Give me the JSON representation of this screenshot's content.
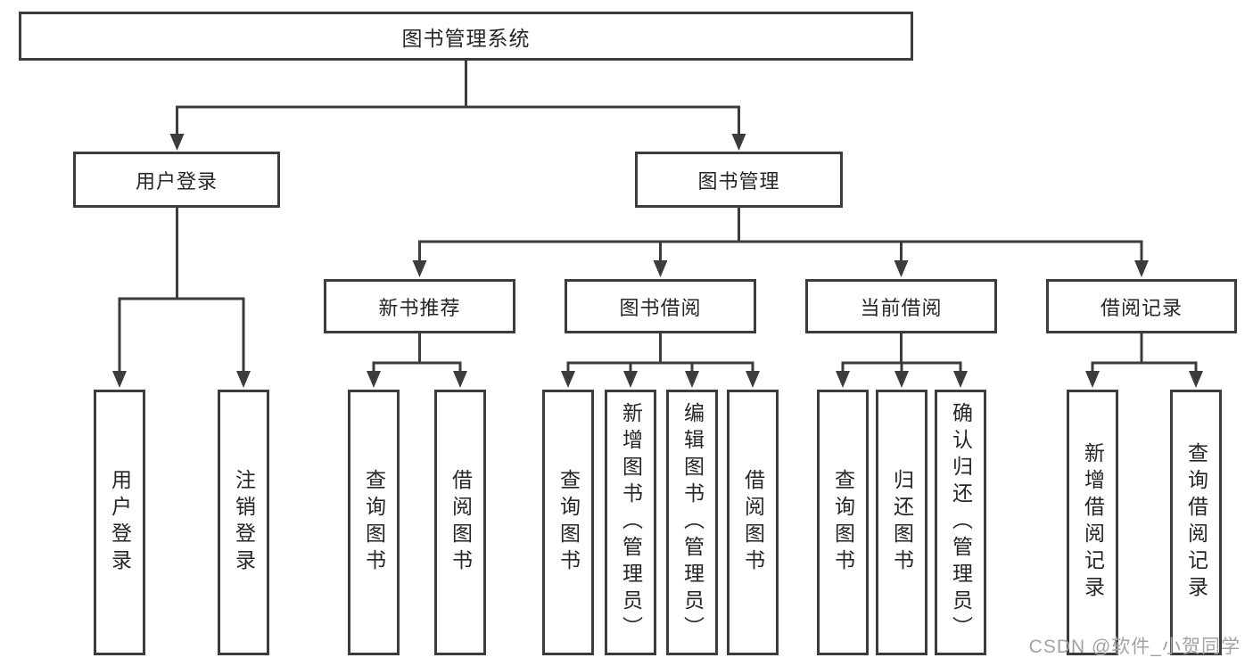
{
  "diagram": {
    "root": {
      "label": "图书管理系统"
    },
    "branches": [
      {
        "label": "用户登录"
      },
      {
        "label": "图书管理"
      }
    ],
    "modules": [
      {
        "label": "新书推荐"
      },
      {
        "label": "图书借阅"
      },
      {
        "label": "当前借阅"
      },
      {
        "label": "借阅记录"
      }
    ],
    "leaves": [
      {
        "label": "用户登录"
      },
      {
        "label": "注销登录"
      },
      {
        "label": "查询图书"
      },
      {
        "label": "借阅图书"
      },
      {
        "label": "查询图书"
      },
      {
        "label": "新增图书（管理员）"
      },
      {
        "label": "编辑图书（管理员）"
      },
      {
        "label": "借阅图书"
      },
      {
        "label": "查询图书"
      },
      {
        "label": "归还图书"
      },
      {
        "label": "确认归还（管理员）"
      },
      {
        "label": "新增借阅记录"
      },
      {
        "label": "查询借阅记录"
      }
    ]
  },
  "watermark": {
    "text": "CSDN @软件_小贺同学"
  },
  "colors": {
    "line": "#3c3c3c",
    "box_border": "#3c3c3c",
    "box_fill": "#ffffff",
    "text": "#262626",
    "watermark": "#a3a3a3",
    "background": "#ffffff"
  }
}
